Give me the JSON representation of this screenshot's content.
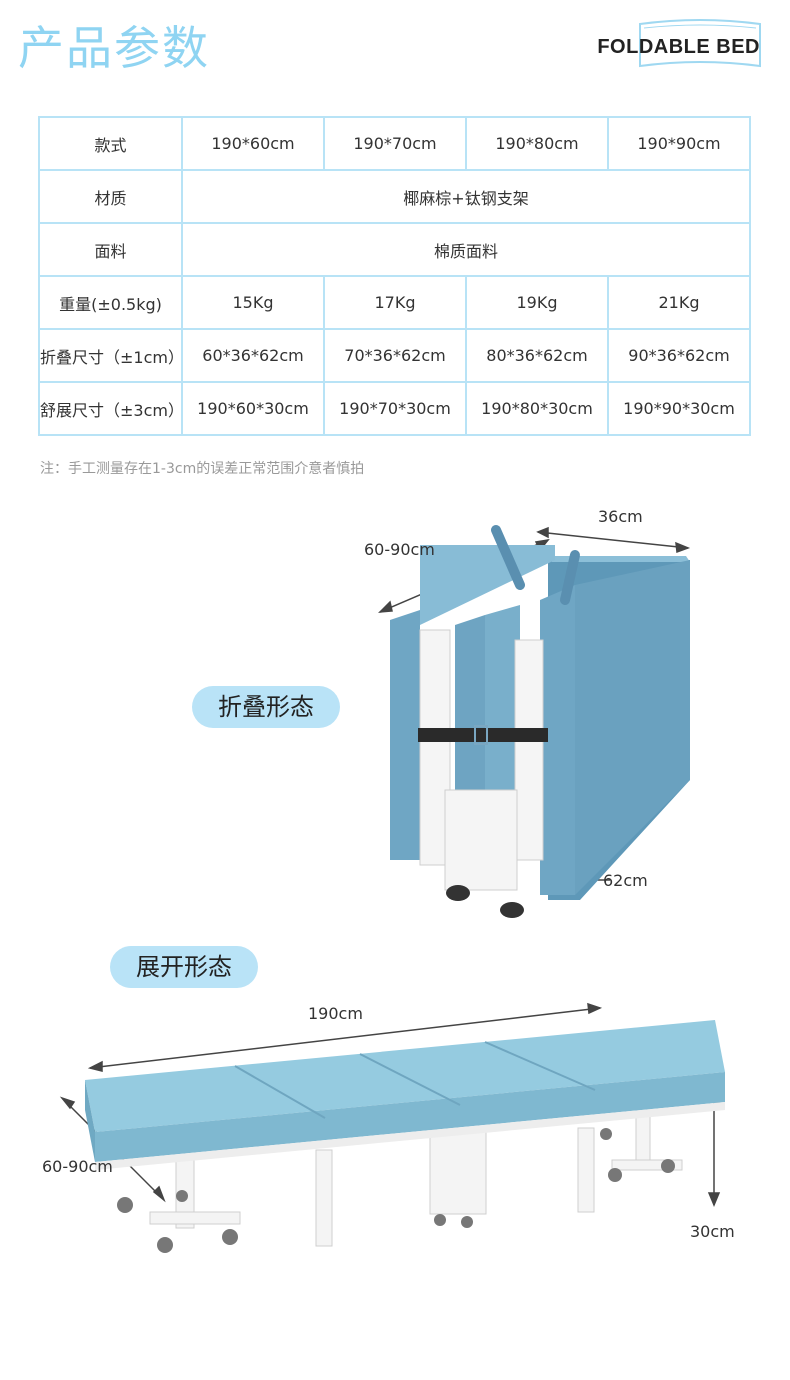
{
  "header": {
    "title": "产品参数",
    "brand": "FOLDABLE BED"
  },
  "spec_table": {
    "rows": [
      {
        "label": "款式",
        "values": [
          "190*60cm",
          "190*70cm",
          "190*80cm",
          "190*90cm"
        ]
      },
      {
        "label": "材质",
        "merged": "椰麻棕+钛钢支架"
      },
      {
        "label": "面料",
        "merged": "棉质面料"
      },
      {
        "label": "重量(±0.5kg)",
        "values": [
          "15Kg",
          "17Kg",
          "19Kg",
          "21Kg"
        ]
      },
      {
        "label": "折叠尺寸（±1cm）",
        "values": [
          "60*36*62cm",
          "70*36*62cm",
          "80*36*62cm",
          "90*36*62cm"
        ]
      },
      {
        "label": "舒展尺寸（±3cm）",
        "values": [
          "190*60*30cm",
          "190*70*30cm",
          "190*80*30cm",
          "190*90*30cm"
        ]
      }
    ]
  },
  "note": "注：手工测量存在1-3cm的误差正常范围介意者慎拍",
  "folded": {
    "label": "折叠形态",
    "dim_width": "60-90cm",
    "dim_depth": "36cm",
    "dim_height": "62cm"
  },
  "unfolded": {
    "label": "展开形态",
    "dim_length": "190cm",
    "dim_width": "60-90cm",
    "dim_height": "30cm"
  },
  "colors": {
    "accent_title": "#8fd4f2",
    "pill_bg": "#b9e3f7",
    "table_border": "#b8e3f6",
    "mattress_folded": "#6fa6c4",
    "mattress_unfolded": "#8fc5da",
    "frame": "#f4f4f4"
  }
}
